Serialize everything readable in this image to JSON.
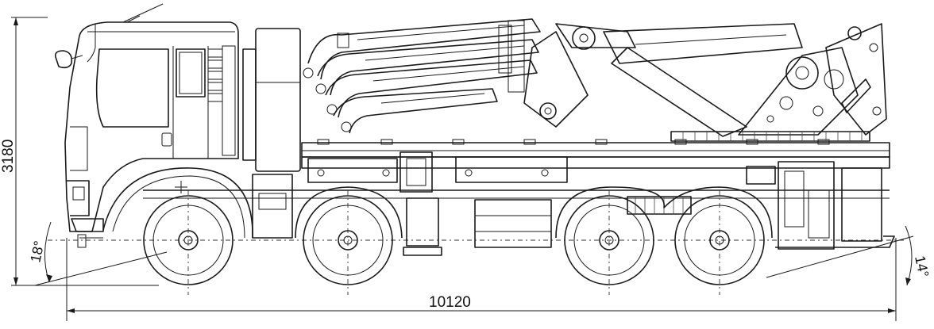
{
  "dimensions": {
    "height_label": "3180",
    "length_label": "10120",
    "front_angle_label": "18°",
    "rear_angle_label": "14°"
  },
  "colors": {
    "line": "#1a1a1a",
    "background": "#ffffff"
  }
}
